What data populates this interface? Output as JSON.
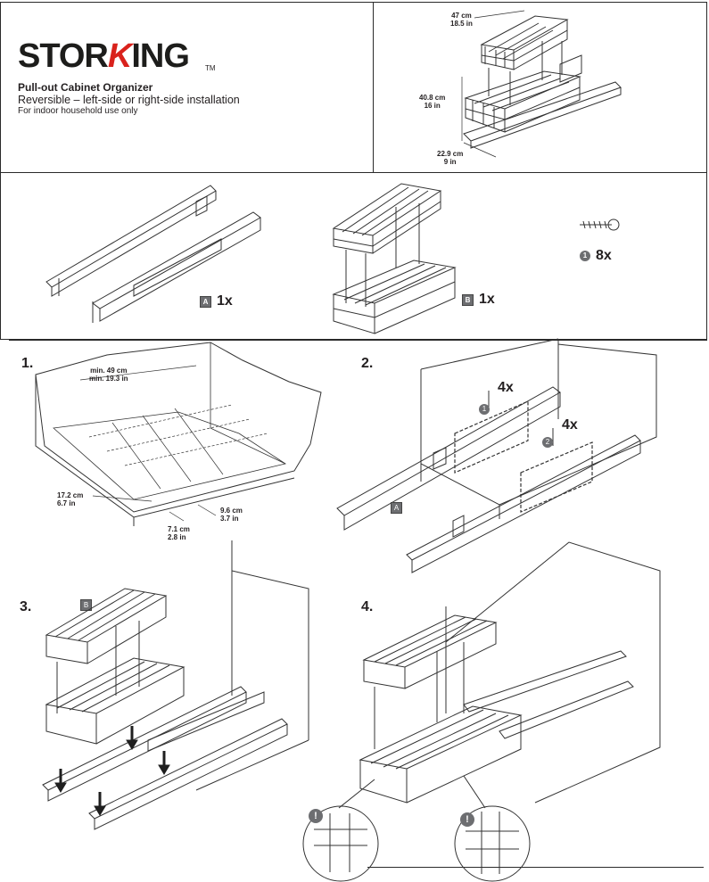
{
  "brand": {
    "logo_prefix": "STOR",
    "logo_k": "K",
    "logo_suffix": "ING",
    "trademark": "TM"
  },
  "product": {
    "title": "Pull-out Cabinet Organizer",
    "subtitle": "Reversible – left-side or right-side installation",
    "note": "For indoor household use only"
  },
  "dimensions": {
    "width": [
      "47 cm",
      "18.5 in"
    ],
    "height": [
      "40.8 cm",
      "16 in"
    ],
    "depth": [
      "22.9 cm",
      "9 in"
    ]
  },
  "parts": {
    "rails": {
      "letter": "A",
      "qty": "1x"
    },
    "basket": {
      "letter": "B",
      "qty": "1x"
    },
    "screws": {
      "number": "1",
      "qty": "8x"
    }
  },
  "steps": {
    "s1": {
      "label": "1.",
      "min_width": [
        "min. 49 cm",
        "min. 19.3 in"
      ],
      "offset_front": [
        "17.2 cm",
        "6.7 in"
      ],
      "offset_a": [
        "7.1 cm",
        "2.8 in"
      ],
      "offset_b": [
        "9.6 cm",
        "3.7 in"
      ]
    },
    "s2": {
      "label": "2.",
      "qty_upper": "4x",
      "qty_lower": "4x",
      "screw_1": "1",
      "screw_2": "2",
      "rail_letter": "A"
    },
    "s3": {
      "label": "3.",
      "basket_letter": "B"
    },
    "s4": {
      "label": "4.",
      "warn_left": "!",
      "warn_right": "!"
    }
  },
  "colors": {
    "ink": "#231f20",
    "brand_red": "#d9221c",
    "badge_gray": "#6d6e71"
  }
}
